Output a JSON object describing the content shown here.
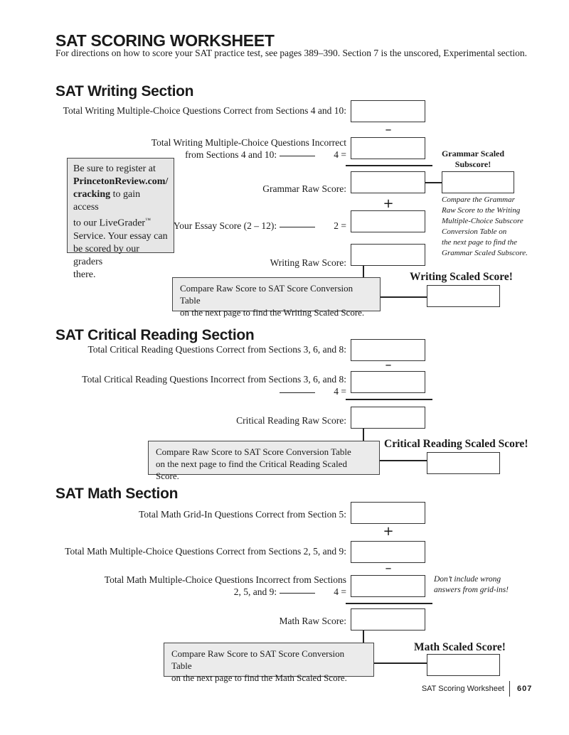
{
  "title": "SAT SCORING WORKSHEET",
  "intro": "For directions on how to score your SAT practice test, see pages 389–390. Section 7 is the unscored, Experimental section.",
  "writing": {
    "heading": "SAT Writing Section",
    "mc_correct": "Total Writing Multiple-Choice Questions Correct from Sections 4 and 10:",
    "mc_incorrect_line1": "Total Writing Multiple-Choice Questions Incorrect",
    "mc_incorrect_line2": "from Sections 4 and 10:",
    "divide_label": "4 =",
    "grammar_raw": "Grammar Raw Score:",
    "essay": "Your Essay Score (2 – 12):",
    "essay_divide": "2 =",
    "writing_raw": "Writing Raw Score:",
    "op_minus": "–",
    "op_plus": "+",
    "grammar_scaled_line1": "Grammar Scaled",
    "grammar_scaled_line2": "Subscore!",
    "grammar_note": [
      "Compare the Grammar",
      "Raw Score to the Writing",
      "Multiple-Choice Subscore",
      "Conversion Table on",
      "the next page to find the",
      "Grammar Scaled Subscore."
    ],
    "compare_line1": "Compare Raw Score to SAT Score Conversion Table",
    "compare_line2": "on the next page to find the Writing Scaled Score.",
    "scaled_label": "Writing Scaled Score!",
    "sidebar": {
      "line1": "Be sure to register at",
      "link1": "PrincetonReview.com/",
      "link2": "cracking",
      "line3": " to gain access",
      "line4": "to our LiveGrader",
      "tm": "™",
      "line5": "Service. Your essay can",
      "line6": "be scored by our graders",
      "line7": "there."
    }
  },
  "reading": {
    "heading": "SAT Critical Reading Section",
    "correct": "Total Critical Reading Questions Correct from Sections 3, 6, and 8:",
    "incorrect": "Total Critical Reading Questions Incorrect from Sections 3, 6, and 8:",
    "divide_label": "4 =",
    "raw": "Critical Reading Raw Score:",
    "op_minus": "–",
    "compare_line1": "Compare Raw Score to SAT Score Conversion Table",
    "compare_line2": "on the next page to find the Critical Reading Scaled Score.",
    "scaled_label": "Critical Reading Scaled Score!"
  },
  "math": {
    "heading": "SAT Math Section",
    "gridin": "Total Math Grid-In Questions Correct from Section 5:",
    "mc_correct": "Total Math Multiple-Choice Questions Correct from Sections 2, 5, and 9:",
    "mc_incorrect_line1": "Total Math Multiple-Choice Questions Incorrect from Sections",
    "mc_incorrect_line2": "2, 5, and 9:",
    "divide_label": "4 =",
    "raw": "Math Raw Score:",
    "op_plus": "+",
    "op_minus": "–",
    "note_line1": "Don’t include wrong",
    "note_line2": "answers from grid-ins!",
    "compare_line1": "Compare Raw Score to SAT Score Conversion Table",
    "compare_line2": "on the next page to find the Math Scaled Score.",
    "scaled_label": "Math Scaled Score!"
  },
  "footer": {
    "label": "SAT Scoring Worksheet",
    "page": "607"
  }
}
